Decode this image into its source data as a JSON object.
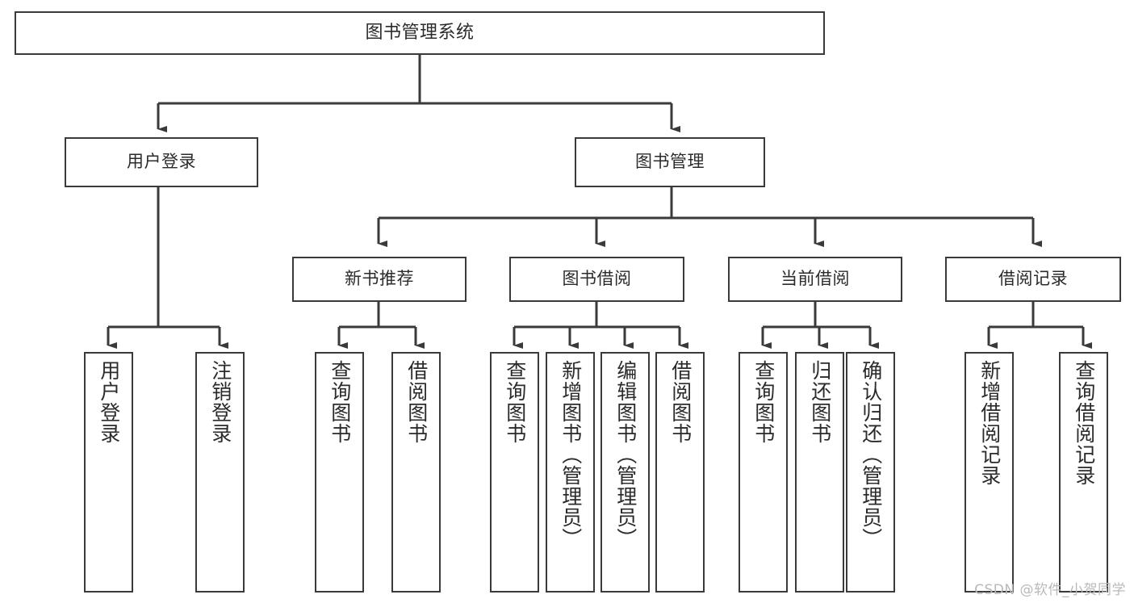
{
  "diagram": {
    "type": "tree-hierarchy-chart",
    "title": "图书管理系统",
    "background_color": "#ffffff",
    "box_border_color": "#3a3a3a",
    "connector_color": "#3a3a3a",
    "text_color": "#2b2b2b",
    "levels": [
      {
        "level": 1,
        "nodes": [
          {
            "id": "root",
            "label": "图书管理系统",
            "orientation": "horizontal"
          }
        ]
      },
      {
        "level": 2,
        "nodes": [
          {
            "id": "user-login",
            "label": "用户登录",
            "orientation": "horizontal",
            "parent": "root"
          },
          {
            "id": "book-manage",
            "label": "图书管理",
            "orientation": "horizontal",
            "parent": "root"
          }
        ]
      },
      {
        "level": 3,
        "nodes": [
          {
            "id": "new-book-recommend",
            "label": "新书推荐",
            "orientation": "horizontal",
            "parent": "book-manage"
          },
          {
            "id": "book-borrow",
            "label": "图书借阅",
            "orientation": "horizontal",
            "parent": "book-manage"
          },
          {
            "id": "current-borrow",
            "label": "当前借阅",
            "orientation": "horizontal",
            "parent": "book-manage"
          },
          {
            "id": "borrow-record",
            "label": "借阅记录",
            "orientation": "horizontal",
            "parent": "book-manage"
          }
        ]
      },
      {
        "level": 4,
        "nodes": [
          {
            "id": "leaf-user-login",
            "label": "用户登录",
            "orientation": "vertical",
            "parent": "user-login"
          },
          {
            "id": "leaf-logout-login",
            "label": "注销登录",
            "orientation": "vertical",
            "parent": "user-login"
          },
          {
            "id": "leaf-query-book-1",
            "label": "查询图书",
            "orientation": "vertical",
            "parent": "new-book-recommend"
          },
          {
            "id": "leaf-borrow-book-1",
            "label": "借阅图书",
            "orientation": "vertical",
            "parent": "new-book-recommend"
          },
          {
            "id": "leaf-query-book-2",
            "label": "查询图书",
            "orientation": "vertical",
            "parent": "book-borrow"
          },
          {
            "id": "leaf-add-book",
            "label": "新增图书（管理员）",
            "orientation": "vertical",
            "parent": "book-borrow"
          },
          {
            "id": "leaf-edit-book",
            "label": "编辑图书（管理员）",
            "orientation": "vertical",
            "parent": "book-borrow"
          },
          {
            "id": "leaf-borrow-book-2",
            "label": "借阅图书",
            "orientation": "vertical",
            "parent": "book-borrow"
          },
          {
            "id": "leaf-query-book-3",
            "label": "查询图书",
            "orientation": "vertical",
            "parent": "current-borrow"
          },
          {
            "id": "leaf-return-book",
            "label": "归还图书",
            "orientation": "vertical",
            "parent": "current-borrow"
          },
          {
            "id": "leaf-confirm-return",
            "label": "确认归还（管理员）",
            "orientation": "vertical",
            "parent": "current-borrow"
          },
          {
            "id": "leaf-add-record",
            "label": "新增借阅记录",
            "orientation": "vertical",
            "parent": "borrow-record"
          },
          {
            "id": "leaf-query-record",
            "label": "查询借阅记录",
            "orientation": "vertical",
            "parent": "borrow-record"
          }
        ]
      }
    ]
  },
  "watermark": {
    "text": "CSDN @软件_小贺同学",
    "color": "#b9b9b9"
  }
}
